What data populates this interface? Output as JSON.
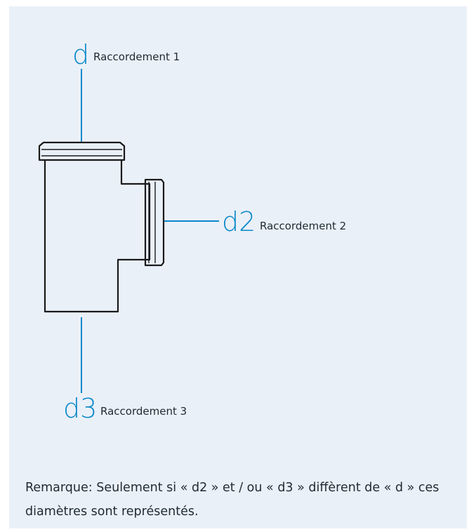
{
  "connections": [
    {
      "id": "d",
      "letter": "d",
      "label": "Raccordement 1"
    },
    {
      "id": "d2",
      "letter": "d2",
      "label": "Raccordement 2"
    },
    {
      "id": "d3",
      "letter": "d3",
      "label": "Raccordement 3"
    }
  ],
  "note": "Remarque: Seulement si « d2 » et / ou « d3 » diffèrent de « d » ces diamètres sont représentés.",
  "colors": {
    "panel": "#eaf0f8",
    "accent": "#0a88c9",
    "outline": "#1a1a1a",
    "text": "#1e2a33"
  }
}
